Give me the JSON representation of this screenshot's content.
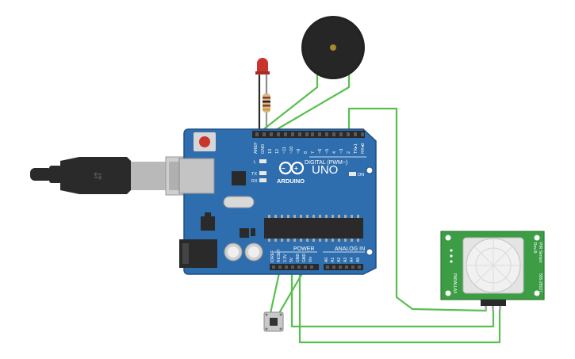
{
  "colors": {
    "board": "#2f6eae",
    "board_edge": "#1f4f86",
    "wire": "#58c04e",
    "wire_black": "#2b2b2b",
    "header": "#2a2a2a",
    "led": "#c9342c",
    "buzzer": "#222222",
    "pir_board": "#3c9d45",
    "pir_dome": "#e4e4e4",
    "usb_metal": "#b9b9b9",
    "usb_plug": "#2a2a2a",
    "button_red": "#d13a3a"
  },
  "board": {
    "logo": "UNO",
    "brand": "ARDUINO",
    "digital_label": "DIGITAL (PWM~)",
    "power_label": "POWER",
    "analog_label": "ANALOG IN",
    "on_label": "ON",
    "l_label": "L",
    "tx_label": "TX",
    "rx_label": "RX",
    "top_pins": [
      "AREF",
      "GND",
      "13",
      "12",
      "~11",
      "~10",
      "~9",
      "8",
      "7",
      "~6",
      "~5",
      "4",
      "~3",
      "2",
      "TX▸1",
      "RX◂0"
    ],
    "power_pins": [
      "IOREF",
      "RESET",
      "3.3V",
      "5V",
      "GND",
      "GND",
      "Vin"
    ],
    "analog_pins": [
      "A0",
      "A1",
      "A2",
      "A3",
      "A4",
      "A5"
    ]
  },
  "pir": {
    "side_text_1": "PIR Sensor",
    "side_text_2": "Rev B",
    "side_text_3": "555-28027",
    "side_text_4": "PARALLAX"
  }
}
